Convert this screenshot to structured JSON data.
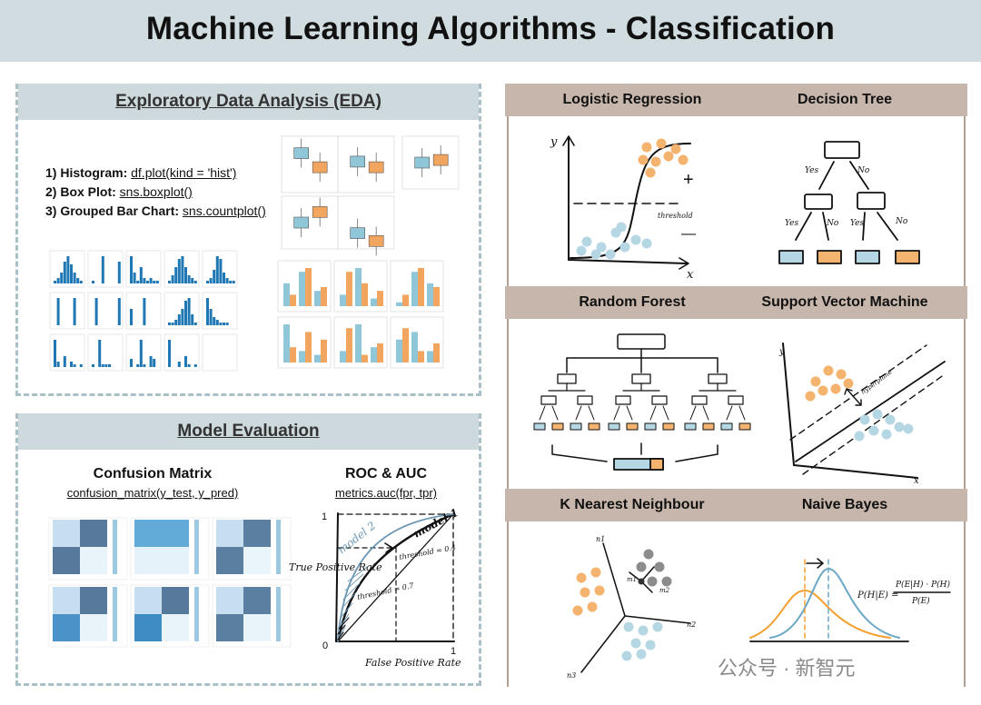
{
  "title": "Machine Learning Algorithms - Classification",
  "eda": {
    "header": "Exploratory Data Analysis (EDA)",
    "items": [
      {
        "label": "1) Histogram:",
        "code": "df.plot(kind = 'hist')"
      },
      {
        "label": "2) Box Plot:",
        "code": "sns.boxplot()"
      },
      {
        "label": "3) Grouped Bar Chart:",
        "code": "sns.countplot()"
      }
    ]
  },
  "model_eval": {
    "header": "Model Evaluation",
    "confusion_title": "Confusion Matrix",
    "confusion_code": "confusion_matrix(y_test, y_pred)",
    "roc_title": "ROC & AUC",
    "roc_code": "metrics.auc(fpr, tpr)",
    "roc_labels": {
      "y_axis": "True Positive Rate",
      "x_axis": "False Positive Rate",
      "model1": "model 1",
      "model2": "model 2",
      "threshold1": "threshold = 0.4",
      "threshold2": "threshold = 0.7",
      "one_y": "1",
      "one_x": "1",
      "zero": "0"
    }
  },
  "algorithms": {
    "logistic": "Logistic Regression",
    "tree": "Decision Tree",
    "forest": "Random Forest",
    "svm": "Support Vector Machine",
    "knn": "K Nearest Neighbour",
    "bayes": "Naive Bayes"
  },
  "sketch_labels": {
    "y": "y",
    "x": "x",
    "plus": "+",
    "minus": "—",
    "threshold": "threshold",
    "yes": "Yes",
    "no": "No",
    "hyperplane": "hyperplane",
    "n1": "n1",
    "n2": "n2",
    "n3": "n3",
    "m1": "m1",
    "m2": "m2",
    "bayes_lhs": "P(H|E) =",
    "bayes_num": "P(E|H) · P(H)",
    "bayes_den": "P(E)"
  },
  "watermark": "公众号 · 新智元",
  "colors": {
    "orange": "#f4b36e",
    "blue": "#b5d6e3",
    "grey_dot": "#8c8c8c",
    "header_left": "#cdd9dc",
    "header_right": "#c7b6ab",
    "hist_blue": "#1f77b4",
    "box_blue": "#8fc7d9",
    "box_orange": "#f2a55f"
  }
}
